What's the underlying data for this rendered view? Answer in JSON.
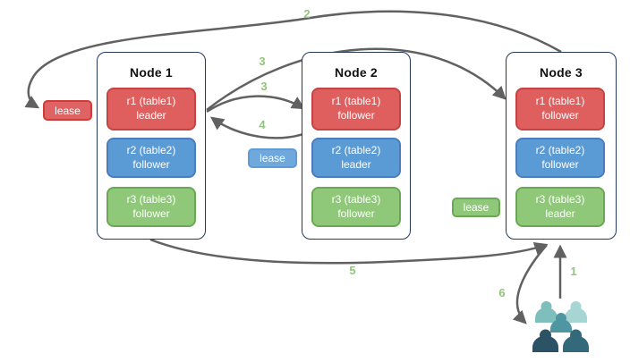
{
  "nodes": [
    {
      "title": "Node 1",
      "replicas": [
        {
          "name": "r1 (table1)",
          "role": "leader",
          "color": "red"
        },
        {
          "name": "r2 (table2)",
          "role": "follower",
          "color": "blue"
        },
        {
          "name": "r3 (table3)",
          "role": "follower",
          "color": "green"
        }
      ]
    },
    {
      "title": "Node 2",
      "replicas": [
        {
          "name": "r1 (table1)",
          "role": "follower",
          "color": "red"
        },
        {
          "name": "r2 (table2)",
          "role": "leader",
          "color": "blue"
        },
        {
          "name": "r3 (table3)",
          "role": "follower",
          "color": "green"
        }
      ]
    },
    {
      "title": "Node 3",
      "replicas": [
        {
          "name": "r1 (table1)",
          "role": "follower",
          "color": "red"
        },
        {
          "name": "r2 (table2)",
          "role": "follower",
          "color": "blue"
        },
        {
          "name": "r3 (table3)",
          "role": "leader",
          "color": "green"
        }
      ]
    }
  ],
  "leases": [
    {
      "label": "lease",
      "color": "red"
    },
    {
      "label": "lease",
      "color": "blue"
    },
    {
      "label": "lease",
      "color": "green"
    }
  ],
  "steps": [
    {
      "label": "1"
    },
    {
      "label": "2"
    },
    {
      "label": "3"
    },
    {
      "label": "3"
    },
    {
      "label": "4"
    },
    {
      "label": "5"
    },
    {
      "label": "6"
    }
  ],
  "icons": {
    "users_group": "users-group-icon"
  },
  "colors": {
    "replica_red": "#df5e5e",
    "replica_red_border": "#c74343",
    "replica_blue": "#5b9bd5",
    "replica_blue_border": "#4a7cbe",
    "replica_green": "#8fc878",
    "replica_green_border": "#6ba855",
    "node_border": "#24395b",
    "arrow": "#616161",
    "step_label": "#93c47d",
    "users_light_teal": "#a7d5d3",
    "users_teal": "#7ebebc",
    "users_mid_teal": "#4e96a1",
    "users_dark_left": "#2c5365",
    "users_dark_right": "#33697b"
  }
}
